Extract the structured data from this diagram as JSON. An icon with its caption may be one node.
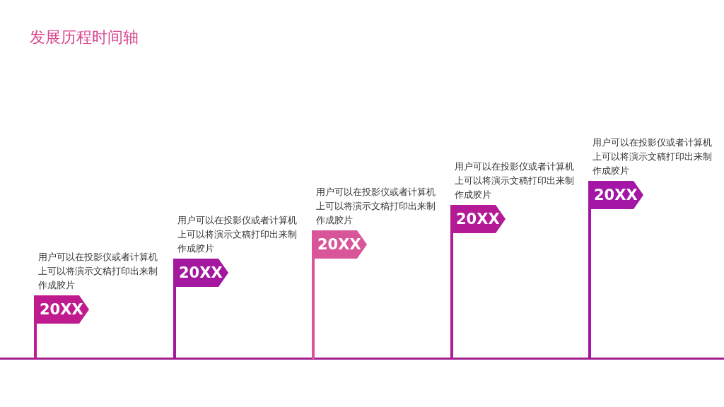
{
  "diagram": {
    "title": "发展历程时间轴",
    "nodes": [
      {
        "text": [
          "20XX"
        ],
        "beside": [
          "用户可以在投影仪或者计算机上可以将演示文稿打印出来制作成胶片"
        ]
      },
      {
        "text": [
          "20XX"
        ],
        "beside": [
          "用户可以在投影仪或者计算机上可以将演示文稿打印出来制作成胶片"
        ]
      },
      {
        "text": [
          "20XX"
        ],
        "beside": [
          "用户可以在投影仪或者计算机上可以将演示文稿打印出来制作成胶片"
        ]
      },
      {
        "text": [
          "20XX"
        ],
        "beside": [
          "用户可以在投影仪或者计算机上可以将演示文稿打印出来制作成胶片"
        ]
      },
      {
        "text": [
          "20XX"
        ],
        "beside": [
          "用户可以在投影仪或者计算机上可以将演示文稿打印出来制作成胶片"
        ]
      }
    ],
    "edges": []
  }
}
